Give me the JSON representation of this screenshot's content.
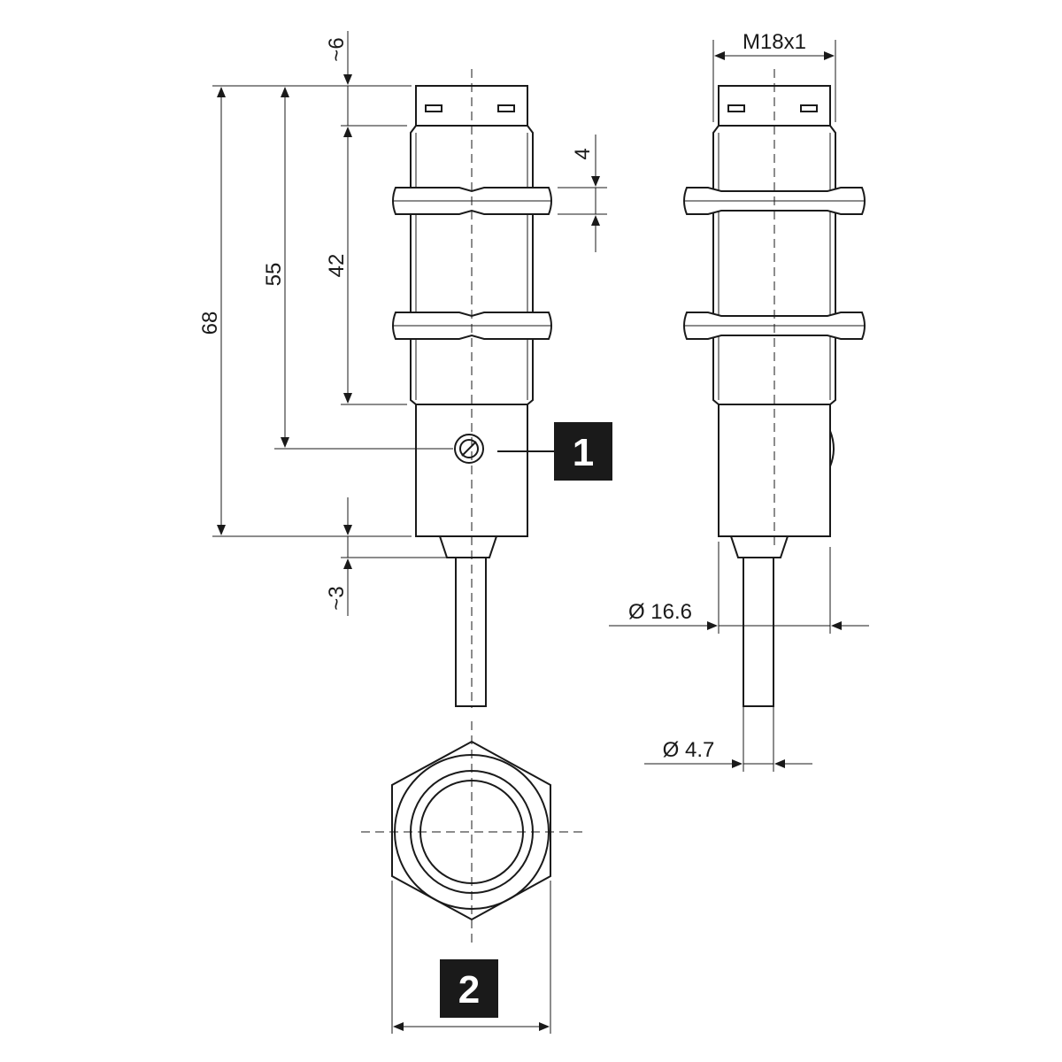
{
  "dimensions": {
    "thread": "M18x1",
    "total_length": "68",
    "length_55": "55",
    "thread_length": "42",
    "nut_thickness": "4",
    "connector_length": "~6",
    "cable_stub": "~3",
    "body_diameter": "Ø 16.6",
    "cable_diameter": "Ø 4.7"
  },
  "callouts": {
    "adjust_screw": "1",
    "wrench_size": "2"
  },
  "colors": {
    "line": "#1a1a1a",
    "background": "#ffffff"
  }
}
